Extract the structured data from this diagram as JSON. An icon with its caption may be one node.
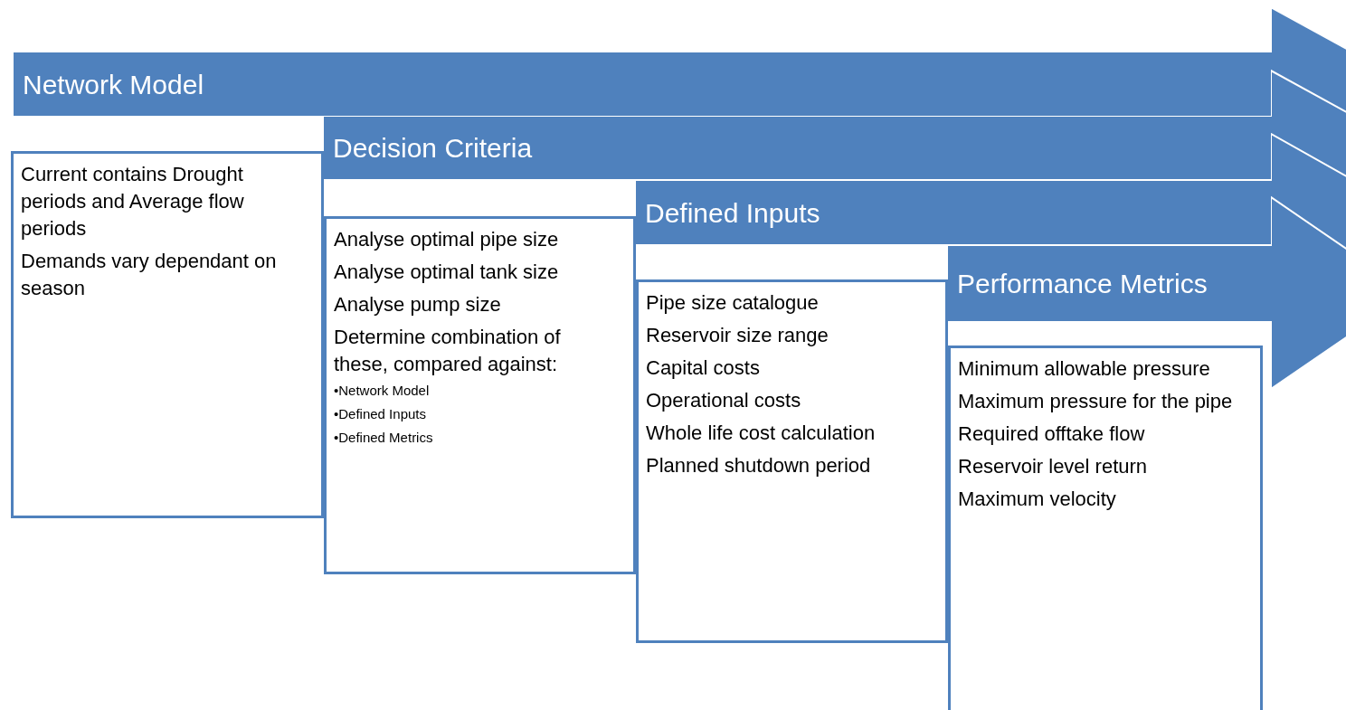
{
  "diagram": {
    "nodes": [
      {
        "text": [
          "Network Model"
        ]
      },
      {
        "text": [
          "Current contains Drought periods and Average flow periods",
          "Demands vary dependant on season"
        ]
      },
      {
        "text": [
          "Decision Criteria"
        ]
      },
      {
        "text": [
          "Analyse optimal pipe size",
          "Analyse optimal tank size",
          "Analyse pump size",
          "Determine combination of these, compared against:",
          "•Network Model",
          "•Defined Inputs",
          "•Defined Metrics"
        ]
      },
      {
        "text": [
          "Defined Inputs"
        ]
      },
      {
        "text": [
          "Pipe size catalogue",
          "Reservoir size range",
          "Capital costs",
          "Operational costs",
          "Whole life cost calculation",
          "Planned shutdown period"
        ]
      },
      {
        "text": [
          "Performance Metrics"
        ]
      },
      {
        "text": [
          "Minimum allowable pressure",
          "Maximum pressure for the pipe",
          "Required offtake flow",
          "Reservoir level return",
          "Maximum velocity"
        ]
      }
    ]
  }
}
